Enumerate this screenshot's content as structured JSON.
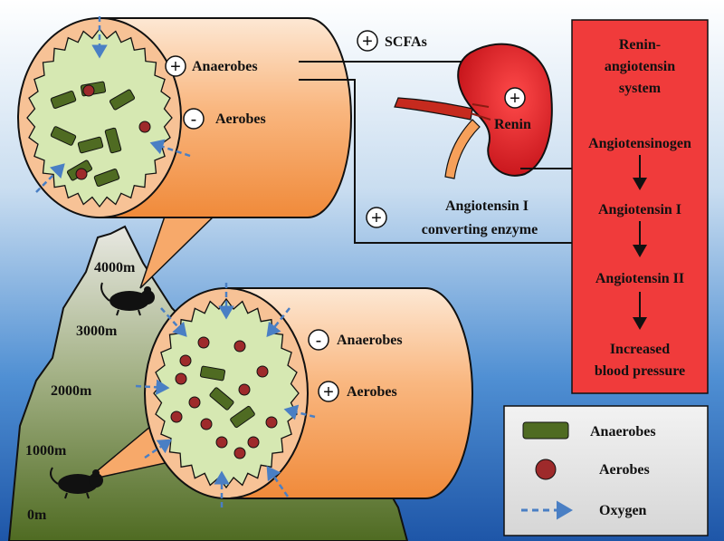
{
  "colors": {
    "background_top": "#ffffff",
    "background_bottom": "#1e56a8",
    "cylinder": "#f7a96a",
    "cross_section": "#d6e8b2",
    "anaerobe": "#4f6b22",
    "aerobe": "#9e2a2b",
    "oxygen_arrow": "#4a7fc4",
    "kidney": "#d01a1f",
    "ras_box": "#f03b3b",
    "mountain_top": "#d8d8d2",
    "mountain_bottom": "#5f7a2e"
  },
  "top_tube": {
    "signs": [
      "+",
      "-"
    ],
    "labels": [
      "Anaerobes",
      "Aerobes"
    ]
  },
  "bottom_tube": {
    "signs": [
      "-",
      "+"
    ],
    "labels": [
      "Anaerobes",
      "Aerobes"
    ]
  },
  "mediators": {
    "scfa_sign": "+",
    "scfa_label": "SCFAs",
    "ace_sign": "+",
    "ace_line1": "Angiotensin I",
    "ace_line2": "converting enzyme",
    "renin_sign": "+",
    "renin_label": "Renin"
  },
  "altitudes": [
    "4000m",
    "3000m",
    "2000m",
    "1000m",
    "0m"
  ],
  "ras_box": {
    "title_lines": [
      "Renin-",
      "angiotensin",
      "system"
    ],
    "steps": [
      "Angiotensinogen",
      "Angiotensin I",
      "Angiotensin II"
    ],
    "final_lines": [
      "Increased",
      "blood pressure"
    ]
  },
  "legend": {
    "anaerobes": "Anaerobes",
    "aerobes": "Aerobes",
    "oxygen": "Oxygen"
  },
  "icons": [
    "mouse-icon",
    "kidney-icon",
    "mountain-icon"
  ]
}
